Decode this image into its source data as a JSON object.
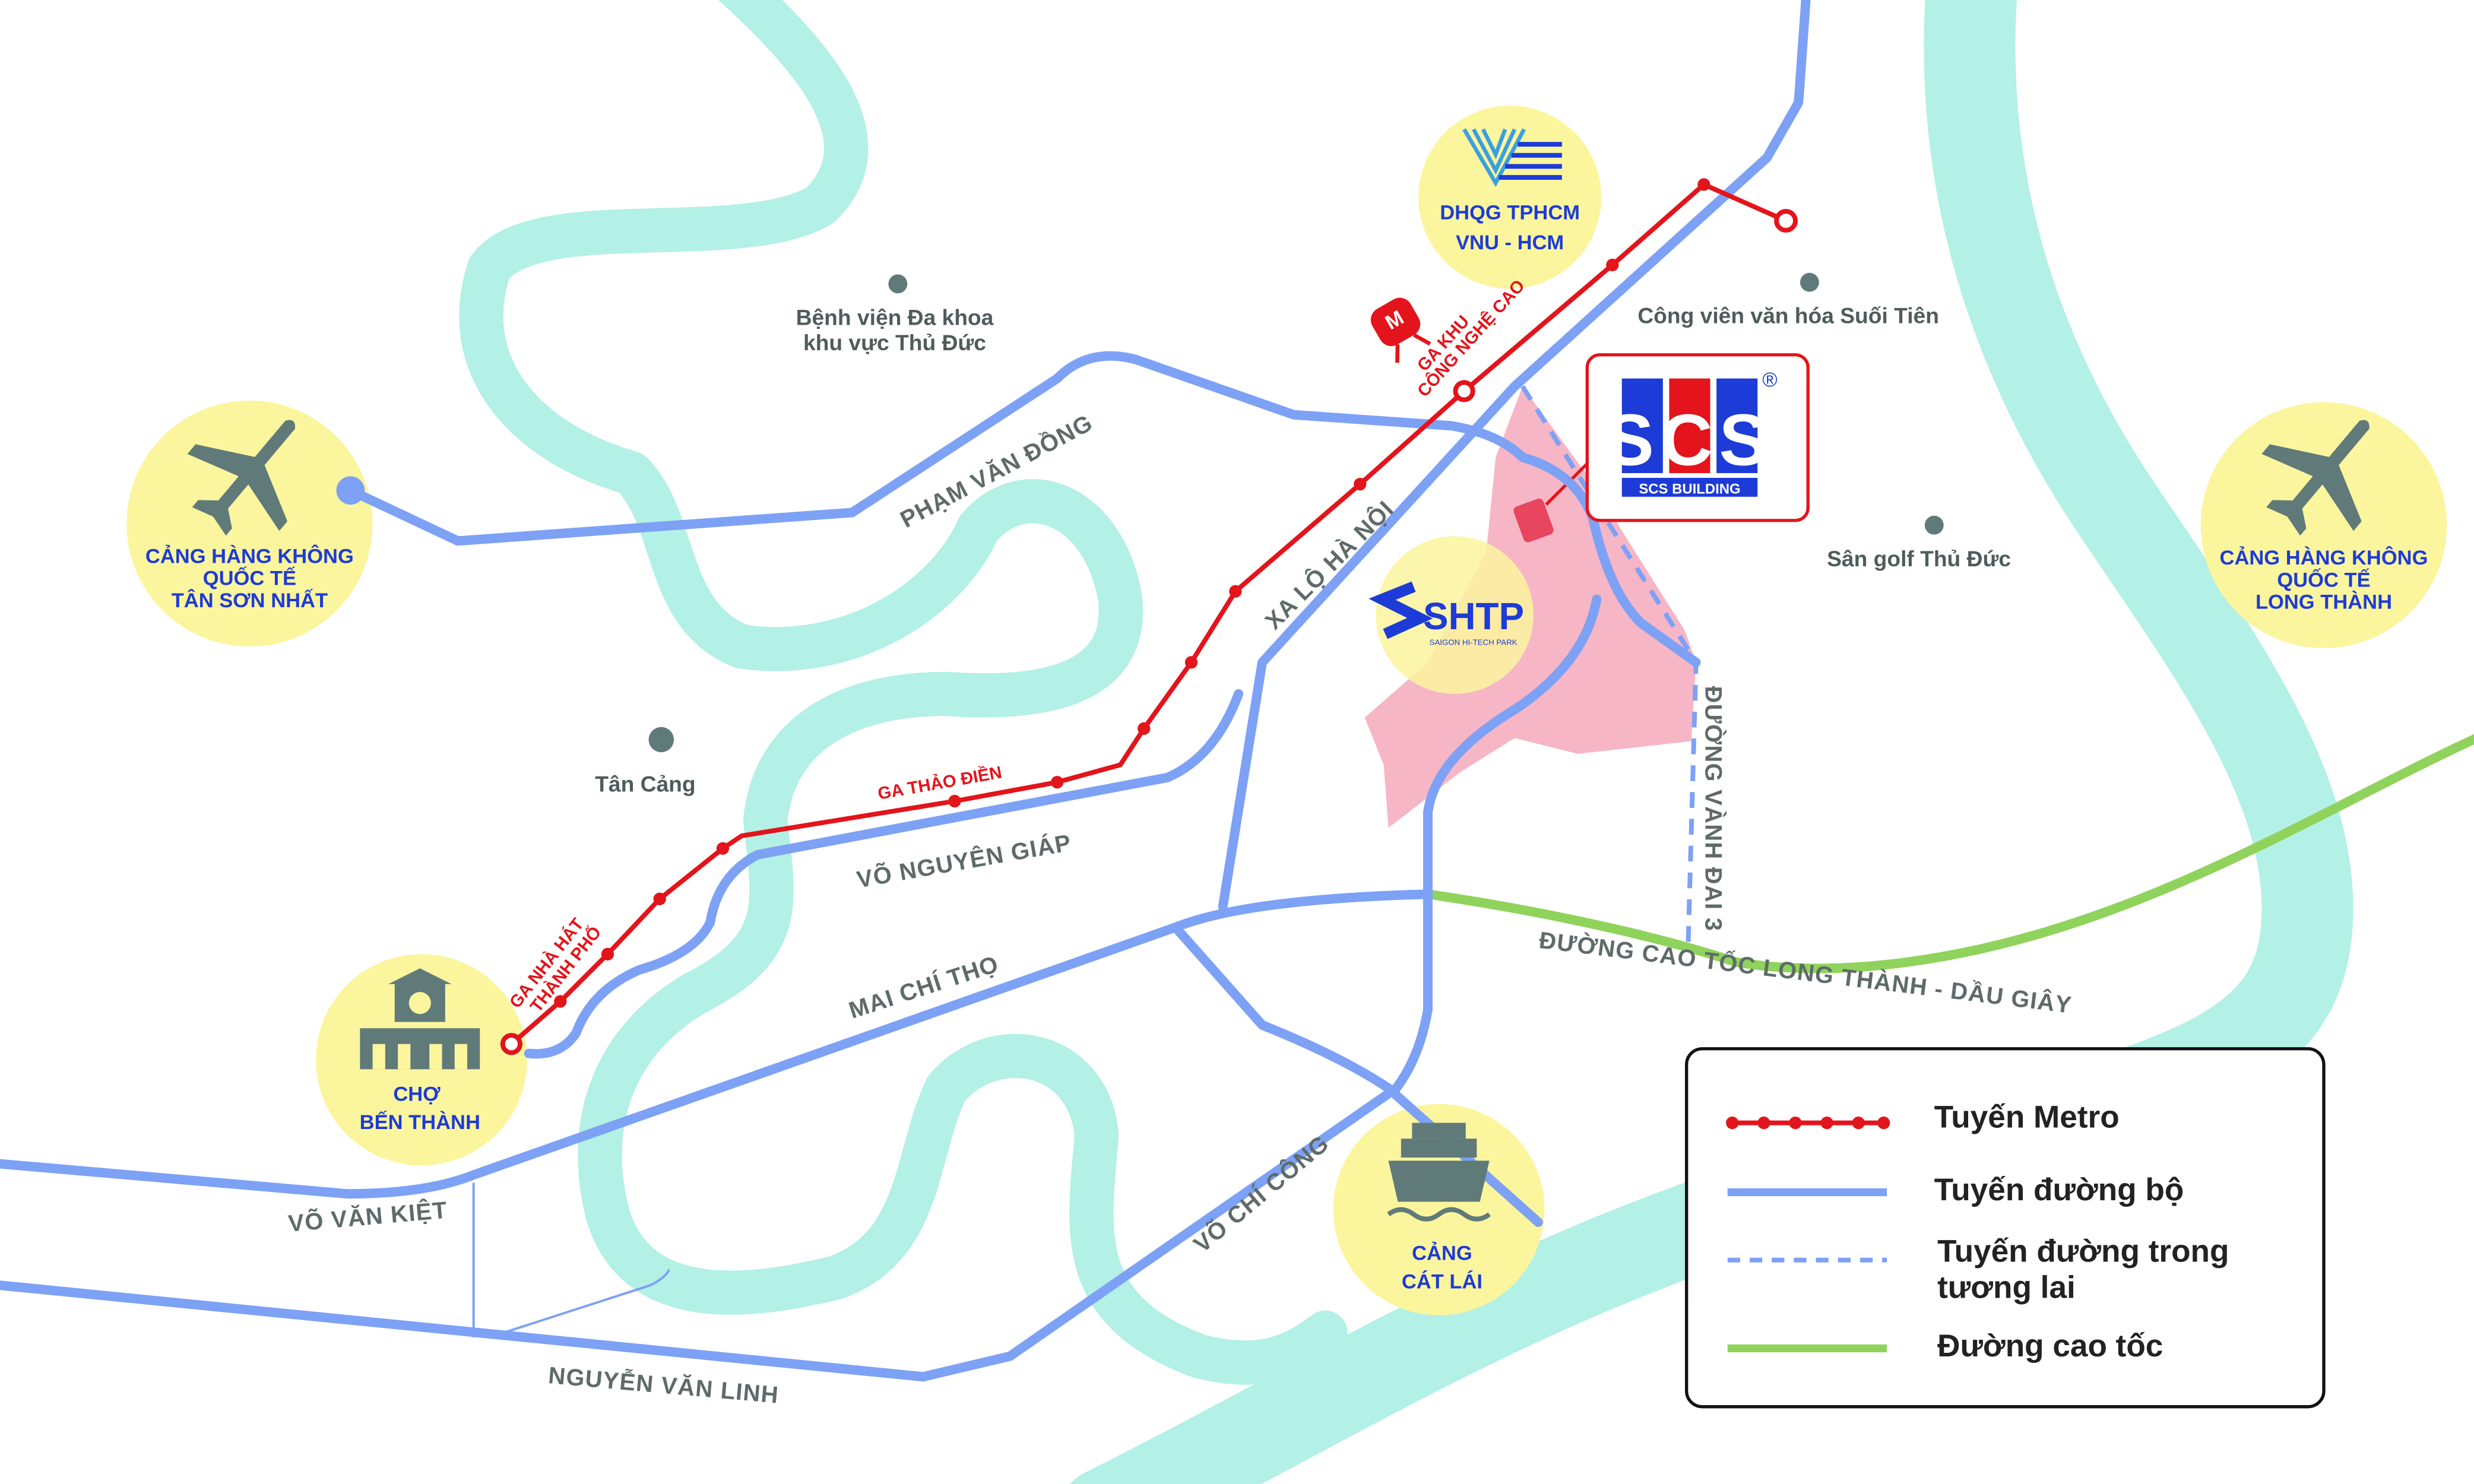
{
  "colors": {
    "road": "#7da1f5",
    "metro": "#e3141b",
    "expressway": "#8fd35c",
    "river": "#b3f0e6",
    "circle": "#fbf59e",
    "zone": "#f6b6c6",
    "scs": "#e3141b"
  },
  "landmarks": {
    "tan_son_nhat": [
      "CẢNG HÀNG KHÔNG",
      "QUỐC TẾ",
      "TÂN SƠN NHẤT"
    ],
    "long_thanh": [
      "CẢNG HÀNG KHÔNG",
      "QUỐC TẾ",
      "LONG THÀNH"
    ],
    "ben_thanh": [
      "CHỢ",
      "BẾN THÀNH"
    ],
    "cat_lai": [
      "CẢNG",
      "CÁT LÁI"
    ],
    "dhqg": [
      "DHQG TPHCM",
      "VNU - HCM"
    ],
    "shtp": {
      "name": "SHTP",
      "sub": "SAIGON HI-TECH PARK"
    },
    "scs": {
      "name": "SCS",
      "sub": "SCS BUILDING",
      "reg": "®"
    }
  },
  "places": {
    "hospital": [
      "Bệnh viện Đa khoa",
      "khu vực Thủ Đức"
    ],
    "suoi_tien": "Công viên văn hóa Suối Tiên",
    "golf": "Sân golf Thủ Đức",
    "tan_cang": "Tân Cảng"
  },
  "roads": {
    "pham_van_dong": "PHẠM VĂN ĐỒNG",
    "xa_lo_ha_noi": "XA LỘ HÀ NỘI",
    "vo_nguyen_giap": "VÕ NGUYÊN GIÁP",
    "mai_chi_tho": "MAI CHÍ THỌ",
    "vo_van_kiet": "VÕ VĂN KIỆT",
    "nguyen_van_linh": "NGUYỄN VĂN LINH",
    "vo_chi_cong": "VÕ CHÍ CÔNG",
    "vanh_dai_3": "ĐƯỜNG VÀNH ĐAI 3",
    "cao_toc": "ĐƯỜNG CAO TỐC LONG THÀNH - DẦU GIÂY"
  },
  "stations": {
    "thao_dien": "GA THẢO ĐIỀN",
    "nha_hat": [
      "GA NHÀ HÁT",
      "THÀNH PHỐ"
    ],
    "cong_nghe_cao": [
      "GA KHU",
      "CÔNG NGHỆ CAO"
    ]
  },
  "legend": {
    "metro": "Tuyến Metro",
    "road": "Tuyến đường bộ",
    "future": [
      "Tuyến đường trong",
      "tương lai"
    ],
    "expressway": "Đường cao tốc"
  }
}
